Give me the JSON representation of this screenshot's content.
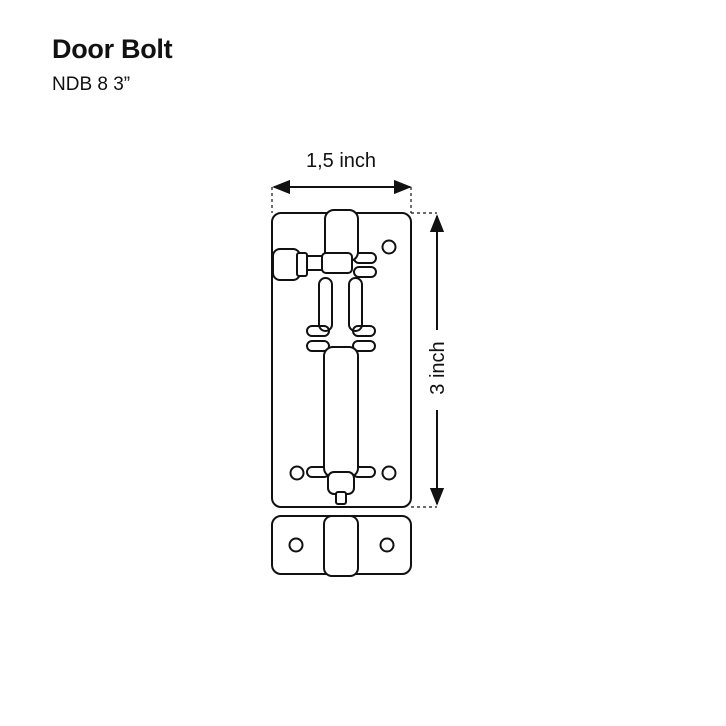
{
  "header": {
    "title": "Door Bolt",
    "subtitle": "NDB 8 3”"
  },
  "dimensions": {
    "width_label": "1,5 inch",
    "height_label": "3 inch"
  },
  "colors": {
    "line": "#111111",
    "background": "#ffffff"
  }
}
